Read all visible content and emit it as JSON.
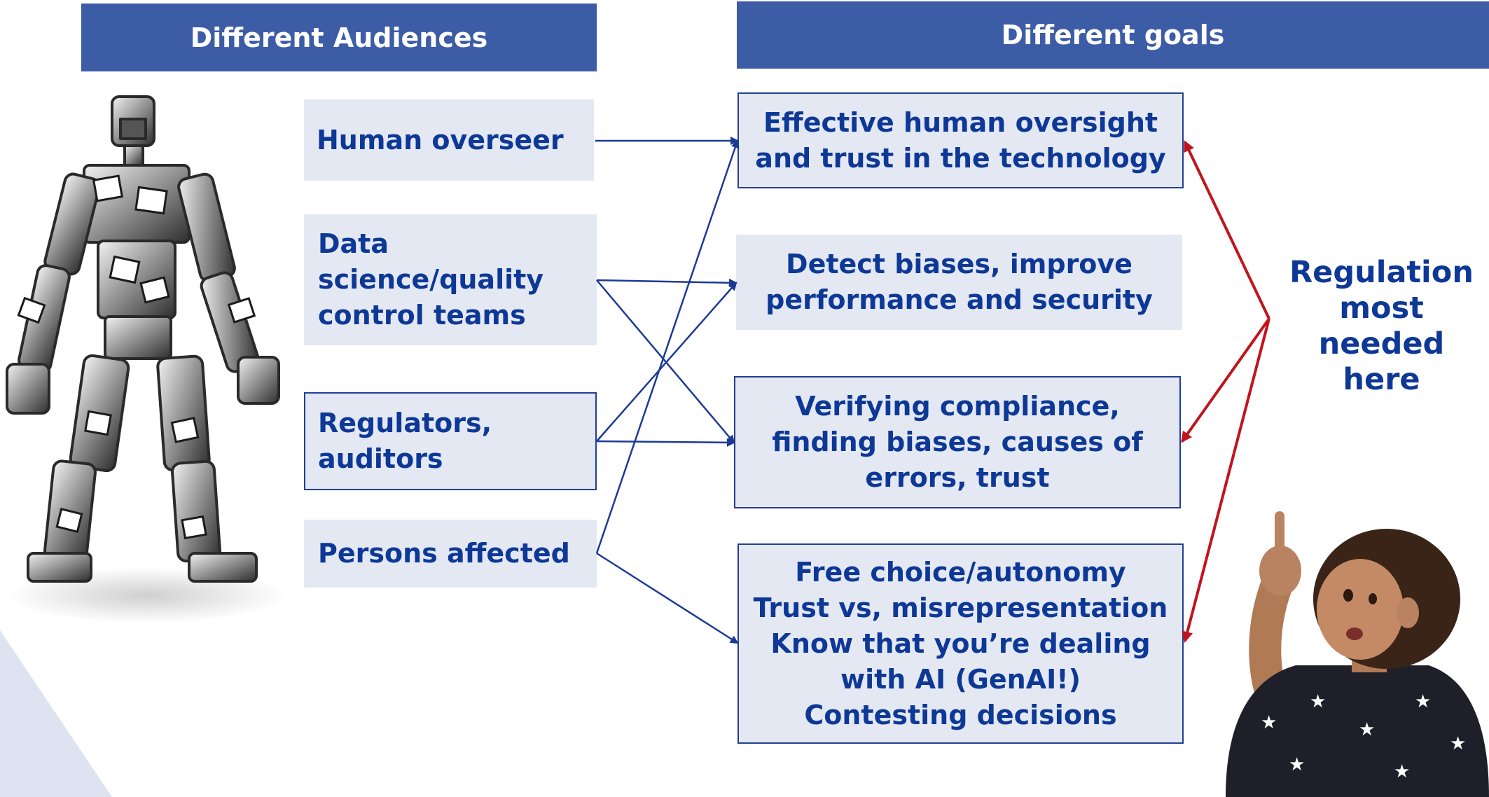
{
  "headers": {
    "audiences": "Different Audiences",
    "goals": "Different goals"
  },
  "audiences": [
    {
      "id": "human-overseer",
      "lines": [
        "Human overseer"
      ]
    },
    {
      "id": "data-science",
      "lines": [
        "Data",
        "science/quality",
        "control teams"
      ]
    },
    {
      "id": "regulators",
      "lines": [
        "Regulators,",
        "auditors"
      ]
    },
    {
      "id": "persons-affected",
      "lines": [
        "Persons affected"
      ]
    }
  ],
  "goals": [
    {
      "id": "oversight",
      "lines": [
        "Effective human oversight",
        "and trust in the technology"
      ]
    },
    {
      "id": "biases",
      "lines": [
        "Detect biases, improve",
        "performance and security"
      ]
    },
    {
      "id": "compliance",
      "lines": [
        "Verifying compliance,",
        "finding biases, causes of",
        "errors, trust"
      ]
    },
    {
      "id": "autonomy",
      "lines": [
        "Free choice/autonomy",
        "Trust vs, misrepresentation",
        "Know that you’re dealing",
        "with AI (GenAI!)",
        "Contesting decisions"
      ]
    }
  ],
  "callout": {
    "lines": [
      "Regulation",
      "most",
      "needed",
      "here"
    ]
  },
  "images": {
    "robot": "robot-figure-image",
    "child": "child-pointing-image"
  },
  "colors": {
    "header_bg": "#3d5ca6",
    "box_bg": "#e3e8f3",
    "text": "#0e3896",
    "arrow_blue": "#1b3a96",
    "arrow_red": "#c0141c"
  }
}
